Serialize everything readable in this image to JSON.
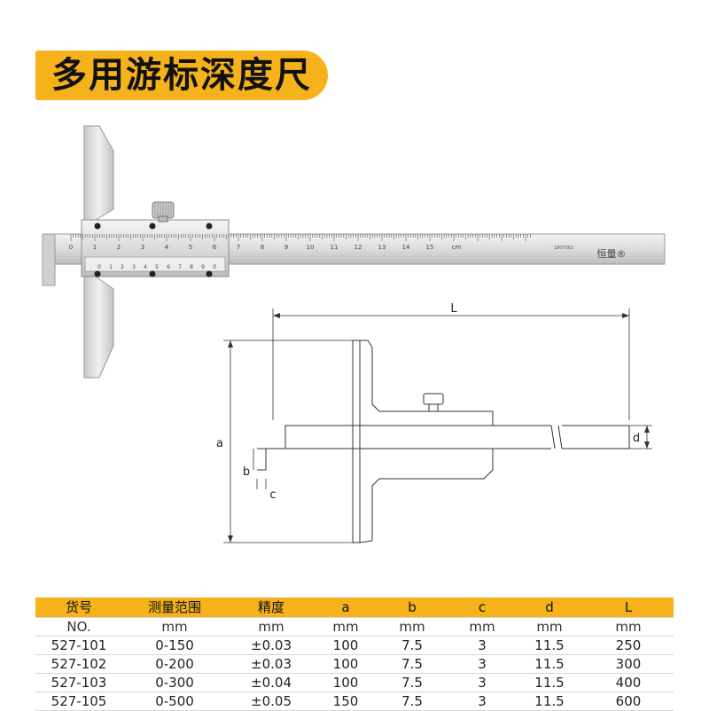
{
  "header": {
    "title": "多用游标深度尺"
  },
  "ruler": {
    "main_scale_labels": [
      "0",
      "1",
      "2",
      "3",
      "4",
      "5",
      "6",
      "7",
      "8",
      "9",
      "10",
      "11",
      "12",
      "13",
      "14",
      "15",
      "cm"
    ],
    "vernier_labels": [
      "0",
      "1",
      "2",
      "3",
      "4",
      "5",
      "6",
      "7",
      "8",
      "9",
      "0"
    ],
    "serial": "1807062",
    "brand_mark": "恒量®"
  },
  "diagram": {
    "label_L": "L",
    "label_a": "a",
    "label_b": "b",
    "label_c": "c",
    "label_d": "d"
  },
  "table": {
    "headers": [
      "货号",
      "测量范围",
      "精度",
      "a",
      "b",
      "c",
      "d",
      "L"
    ],
    "units": [
      "NO.",
      "mm",
      "mm",
      "mm",
      "mm",
      "mm",
      "mm",
      "mm"
    ],
    "rows": [
      [
        "527-101",
        "0-150",
        "±0.03",
        "100",
        "7.5",
        "3",
        "11.5",
        "250"
      ],
      [
        "527-102",
        "0-200",
        "±0.03",
        "100",
        "7.5",
        "3",
        "11.5",
        "300"
      ],
      [
        "527-103",
        "0-300",
        "±0.04",
        "100",
        "7.5",
        "3",
        "11.5",
        "400"
      ],
      [
        "527-105",
        "0-500",
        "±0.05",
        "150",
        "7.5",
        "3",
        "11.5",
        "600"
      ]
    ]
  },
  "colors": {
    "accent": "#f5b21a",
    "steel": "#d9d9d9"
  }
}
